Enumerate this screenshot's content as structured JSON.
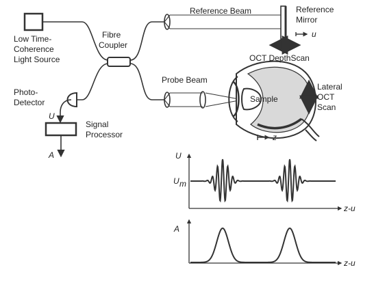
{
  "labels": {
    "source_line1": "Low Time-",
    "source_line2": "Coherence",
    "source_line3": "Light Source",
    "coupler_line1": "Fibre",
    "coupler_line2": "Coupler",
    "reference_beam": "Reference Beam",
    "mirror_line1": "Reference",
    "mirror_line2": "Mirror",
    "mirror_axis": "u",
    "depth_scan": "OCT DepthScan",
    "probe_beam": "Probe Beam",
    "sample": "Sample",
    "lateral_line1": "Lateral",
    "lateral_line2": "OCT",
    "lateral_line3": "Scan",
    "z_axis": "z",
    "detector_line1": "Photo-",
    "detector_line2": "Detector",
    "signal_U": "U",
    "processor_line1": "Signal",
    "processor_line2": "Processor",
    "signal_A": "A",
    "plot1_ylabel": "U",
    "plot1_um": "U",
    "plot1_um_sub": "m",
    "plot1_xlabel": "z-u",
    "plot2_ylabel": "A",
    "plot2_xlabel": "z-u"
  },
  "colors": {
    "line": "#333333",
    "sample_fill": "#d9d9d9",
    "retina_fill": "#555555"
  }
}
